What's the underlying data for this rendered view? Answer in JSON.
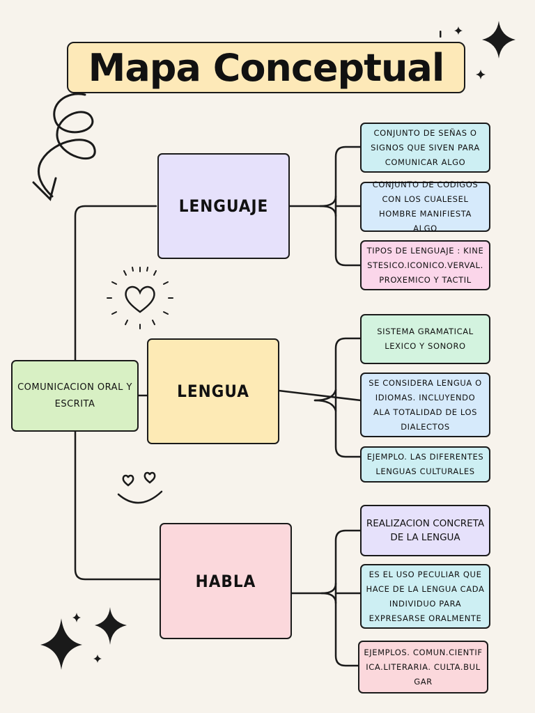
{
  "title": "Mapa Conceptual",
  "root": {
    "label": "COMUNICACION ORAL Y ESCRITA"
  },
  "branches": [
    {
      "label": "LENGUAJE",
      "color": "#e6e1fb",
      "items": [
        {
          "text": "CONJUNTO DE SEÑAS O SIGNOS QUE SIVEN PARA COMUNICAR ALGO",
          "color": "#cdeff3"
        },
        {
          "text": "CONJUNTO DE CODIGOS CON LOS CUALESEL HOMBRE MANIFIESTA ALGO",
          "color": "#d6eafb"
        },
        {
          "text": "TIPOS DE LENGUAJE : KINESTESICO.ICONICO.VERVAL.PROXEMICO Y TACTIL",
          "color": "#fbd6ea"
        }
      ]
    },
    {
      "label": "LENGUA",
      "color": "#fdeab5",
      "items": [
        {
          "text": "SISTEMA GRAMATICAL LEXICO Y SONORO",
          "color": "#d3f3df"
        },
        {
          "text": "SE CONSIDERA LENGUA O IDIOMAS. INCLUYENDO ALA TOTALIDAD DE LOS DIALECTOS",
          "color": "#d6eafb"
        },
        {
          "text": "EJEMPLO. LAS DIFERENTES LENGUAS CULTURALES",
          "color": "#cdeff3"
        }
      ]
    },
    {
      "label": "HABLA",
      "color": "#fbd8dc",
      "items": [
        {
          "text": "REALIZACION CONCRETA DE LA LENGUA",
          "color": "#e6e1fb"
        },
        {
          "text": "ES EL USO PECULIAR QUE HACE DE LA LENGUA CADA INDIVIDUO PARA EXPRESARSE ORALMENTE",
          "color": "#cdeff3"
        },
        {
          "text": "EJEMPLOS. COMUN.CIENTIFICA.LITERARIA. CULTA.BULGAR",
          "color": "#fbd8dc"
        }
      ]
    }
  ],
  "colors": {
    "root": "#d8f0c4",
    "title": "#fde9b8",
    "background": "#f7f3ec",
    "stroke": "#1a1a1a"
  },
  "decorations": [
    "sparkle-icon",
    "heart-icon",
    "smiley-icon",
    "curly-arrow-icon"
  ]
}
